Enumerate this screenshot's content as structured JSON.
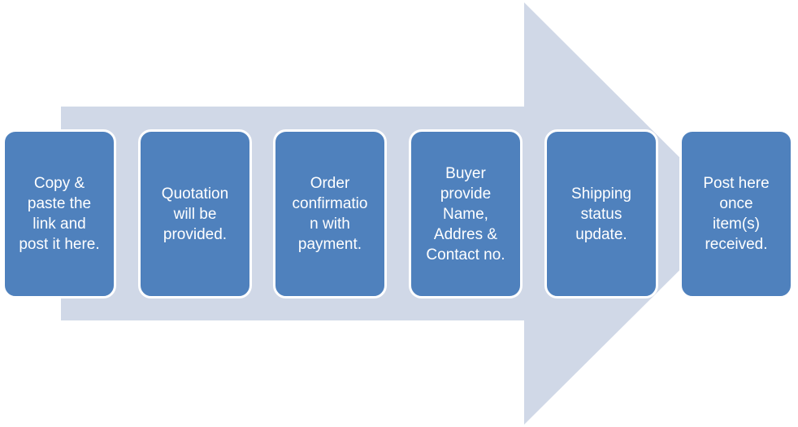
{
  "colors": {
    "arrow_fill": "#d0d8e7",
    "step_fill": "#4f81bd",
    "step_border": "#ffffff",
    "step_text": "#ffffff"
  },
  "steps": [
    {
      "label": "Copy &\npaste the\nlink and\npost it here."
    },
    {
      "label": "Quotation\nwill be\nprovided."
    },
    {
      "label": "Order\nconfirmatio\nn with\npayment."
    },
    {
      "label": "Buyer\nprovide\nName,\nAddres &\nContact no."
    },
    {
      "label": "Shipping\nstatus\nupdate."
    },
    {
      "label": "Post here\nonce\nitem(s)\nreceived."
    }
  ]
}
